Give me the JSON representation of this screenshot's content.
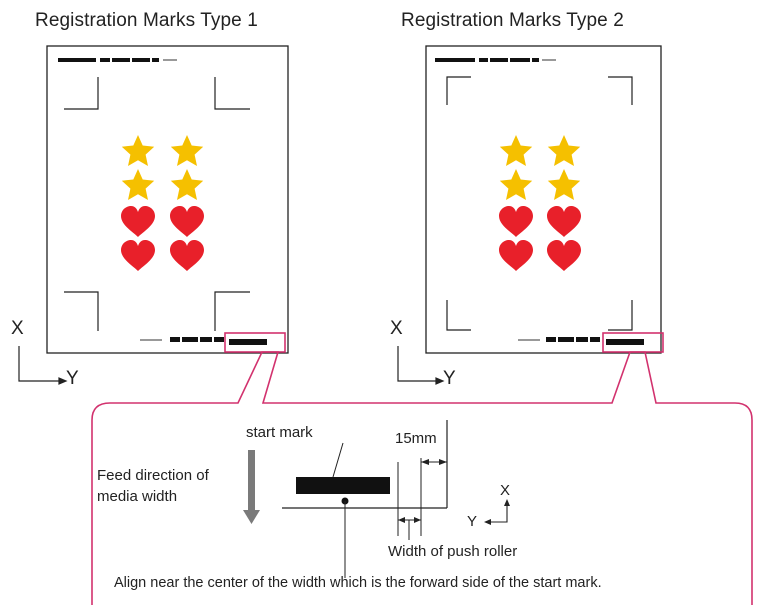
{
  "titles": {
    "type1": "Registration Marks Type 1",
    "type2": "Registration Marks Type 2"
  },
  "axes": {
    "x": "X",
    "y": "Y"
  },
  "detail": {
    "start_mark": "start mark",
    "dimension": "15mm",
    "feed_direction_line1": "Feed direction of",
    "feed_direction_line2": "media width",
    "push_roller": "Width of push roller",
    "align_note": "Align near the center of the width which is  the forward side of the start mark."
  },
  "colors": {
    "star": "#f5c000",
    "heart": "#e8202a",
    "callout": "#d2326e",
    "feed_arrow": "#7a7a7a"
  },
  "icons": [
    "star-icon",
    "heart-icon",
    "feed-arrow-icon",
    "axis-arrow-icon"
  ]
}
